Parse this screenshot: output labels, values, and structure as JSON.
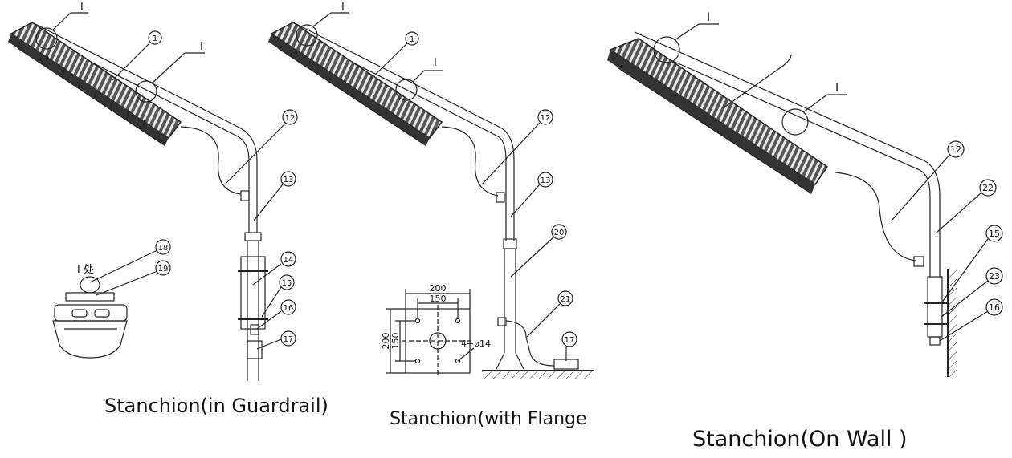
{
  "captions": {
    "guardrail": "Stanchion(in Guardrail)",
    "flange": "Stanchion(with Flange",
    "wall": "Stanchion(On Wall )"
  },
  "callouts": {
    "guardrail": [
      "1",
      "12",
      "13",
      "14",
      "15",
      "16",
      "17",
      "18",
      "19"
    ],
    "flange": [
      "1",
      "12",
      "13",
      "20",
      "21",
      "17"
    ],
    "wall": [
      "12",
      "22",
      "15",
      "23",
      "16"
    ]
  },
  "detail_marker": "I",
  "detail_view_label": "I 处",
  "flange_dims": {
    "outer": "200",
    "inner": "150",
    "holes": "4−ø14"
  }
}
